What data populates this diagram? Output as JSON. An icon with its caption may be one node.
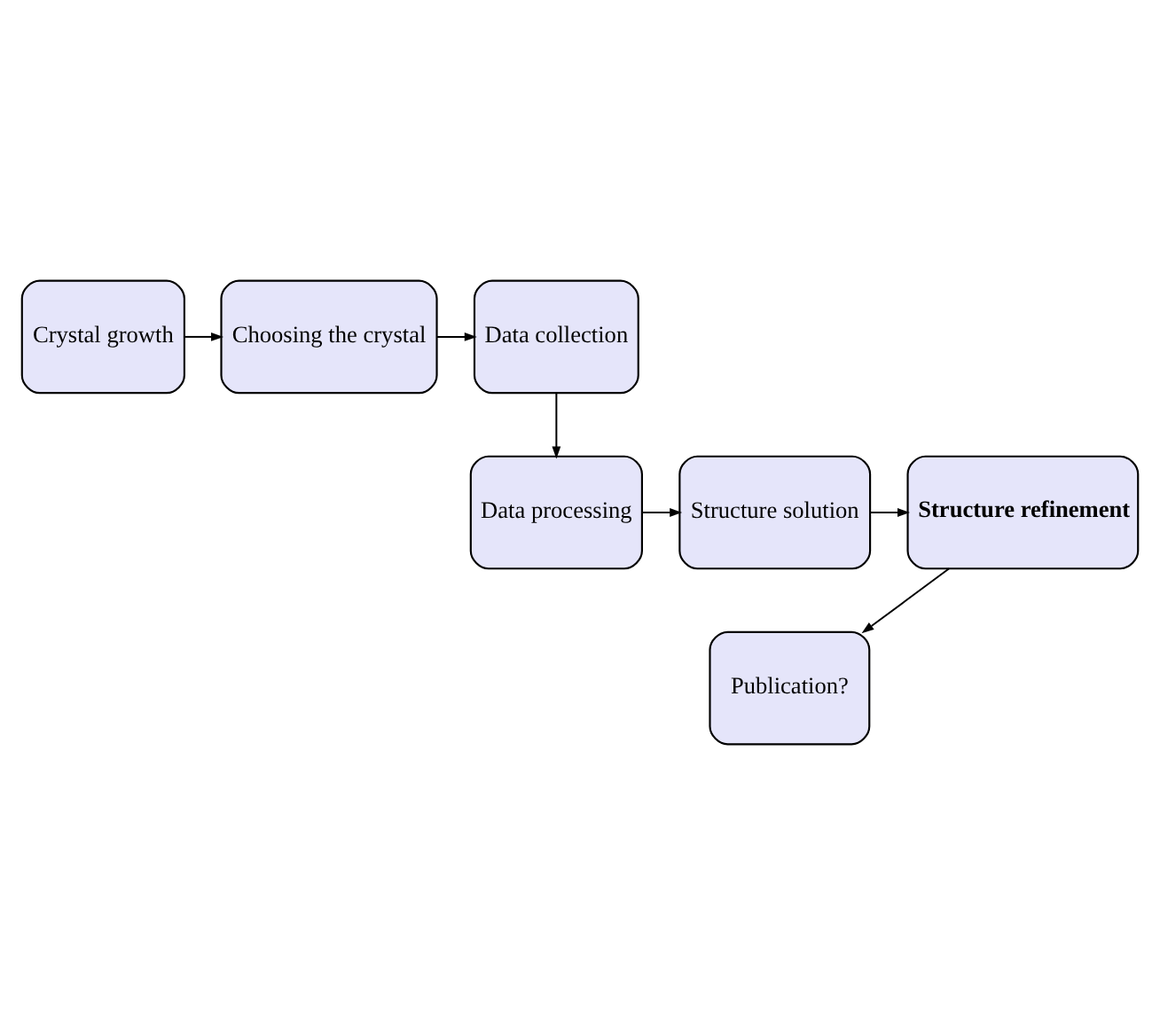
{
  "diagram": {
    "nodes": [
      {
        "text": [
          "Crystal growth"
        ]
      },
      {
        "text": [
          "Choosing the crystal"
        ]
      },
      {
        "text": [
          "Data collection"
        ]
      },
      {
        "text": [
          "Data processing"
        ]
      },
      {
        "text": [
          "Structure solution"
        ]
      },
      {
        "text": [
          "Structure refinement"
        ]
      },
      {
        "text": [
          "Publication?"
        ]
      }
    ],
    "edges": [
      {
        "from": 0,
        "to": 1,
        "arrow": "to"
      },
      {
        "from": 1,
        "to": 2,
        "arrow": "to"
      },
      {
        "from": 2,
        "to": 3,
        "arrow": "to"
      },
      {
        "from": 3,
        "to": 4,
        "arrow": "to"
      },
      {
        "from": 4,
        "to": 5,
        "arrow": "to"
      },
      {
        "from": 5,
        "to": 6,
        "arrow": "to"
      }
    ]
  }
}
